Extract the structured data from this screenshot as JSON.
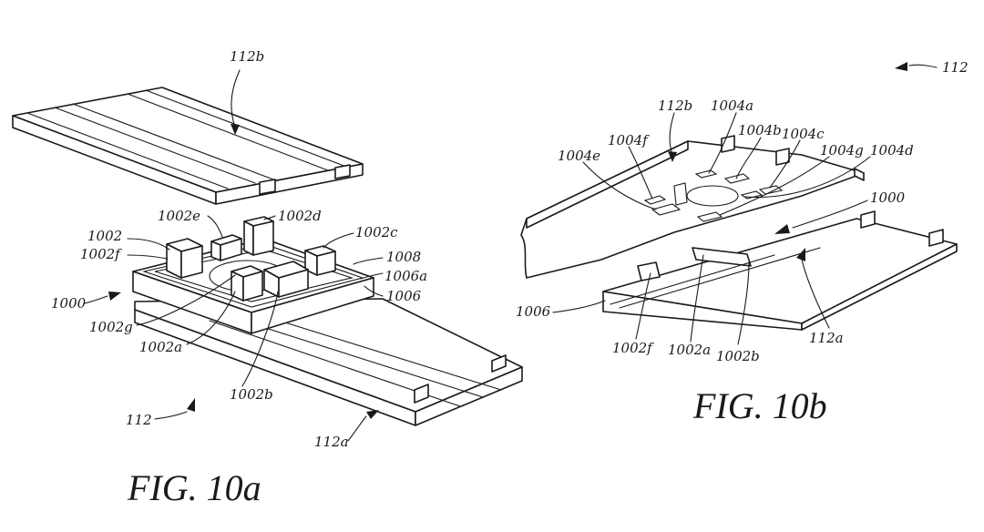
{
  "figures": {
    "a": {
      "caption": "FIG. 10a",
      "labels": {
        "l112b": "112b",
        "l1002e": "1002e",
        "l1002d": "1002d",
        "l1002": "1002",
        "l1002c": "1002c",
        "l1002f": "1002f",
        "l1008": "1008",
        "l1006a": "1006a",
        "l1000": "1000",
        "l1006": "1006",
        "l1002g": "1002g",
        "l1002a": "1002a",
        "l1002b": "1002b",
        "l112": "112",
        "l112a": "112a"
      }
    },
    "b": {
      "caption": "FIG. 10b",
      "labels": {
        "l112": "112",
        "l112b": "112b",
        "l1004a": "1004a",
        "l1004b": "1004b",
        "l1004c": "1004c",
        "l1004f": "1004f",
        "l1004e": "1004e",
        "l1004g": "1004g",
        "l1004d": "1004d",
        "l1000": "1000",
        "l1006": "1006",
        "l1002f": "1002f",
        "l1002a": "1002a",
        "l1002b": "1002b",
        "l112a": "112a"
      }
    }
  }
}
